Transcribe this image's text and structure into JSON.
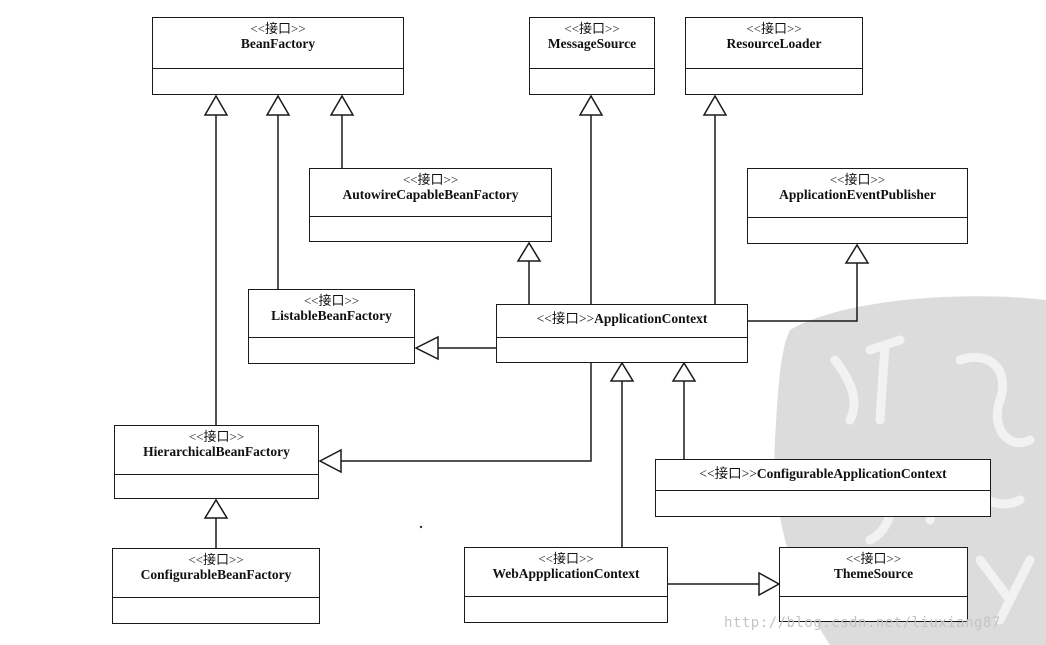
{
  "stereotype": "<<接口>>",
  "boxes": {
    "bean_factory": {
      "stereotype": "<<接口>>",
      "name": "BeanFactory"
    },
    "message_source": {
      "stereotype": "<<接口>>",
      "name": "MessageSource"
    },
    "resource_loader": {
      "stereotype": "<<接口>>",
      "name": "ResourceLoader"
    },
    "autowire_capable_bean_factory": {
      "stereotype": "<<接口>>",
      "name": "AutowireCapableBeanFactory"
    },
    "application_event_publisher": {
      "stereotype": "<<接口>>",
      "name": "ApplicationEventPublisher"
    },
    "listable_bean_factory": {
      "stereotype": "<<接口>>",
      "name": "ListableBeanFactory"
    },
    "application_context": {
      "stereotype": "<<接口>>",
      "name": "ApplicationContext"
    },
    "hierarchical_bean_factory": {
      "stereotype": "<<接口>>",
      "name": "HierarchicalBeanFactory"
    },
    "configurable_application_context": {
      "stereotype": "<<接口>>",
      "name": "ConfigurableApplicationContext"
    },
    "configurable_bean_factory": {
      "stereotype": "<<接口>>",
      "name": "ConfigurableBeanFactory"
    },
    "web_application_context": {
      "stereotype": "<<接口>>",
      "name": "WebAppplicationContext"
    },
    "theme_source": {
      "stereotype": "<<接口>>",
      "name": "ThemeSource"
    }
  },
  "watermark": "http://blog.csdn.net/liuxiang87",
  "colors": {
    "line": "#1a1a1a",
    "watermark": "#c4c4c4",
    "seal": "#d9d9d9"
  }
}
